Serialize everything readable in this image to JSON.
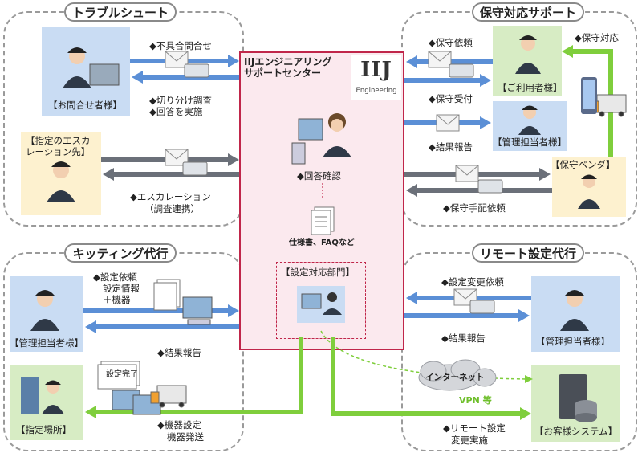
{
  "sections": {
    "troubleshoot": "トラブルシュート",
    "maintenance": "保守対応サポート",
    "kitting": "キッティング代行",
    "remote": "リモート設定代行"
  },
  "center": {
    "title_line1": "IIJエンジニアリング",
    "title_line2": "サポートセンター",
    "logo_text": "IIJ",
    "logo_sub": "Engineering",
    "answer_confirm": "◆回答確認",
    "docs": "仕様書、FAQなど",
    "settings_dept": "【設定対応部門】"
  },
  "troubleshoot": {
    "inquirer": "【お問合せ者様】",
    "escalation_line1": "【指定のエスカ",
    "escalation_line2": "レーション先】",
    "defect_inquiry": "◆不具合問合せ",
    "isolation_line1": "◆切り分け調査",
    "isolation_line2": "◆回答を実施",
    "escalation_label_line1": "◆エスカレーション",
    "escalation_label_line2": "（調査連携）"
  },
  "maintenance": {
    "request": "◆保守依頼",
    "accept": "◆保守受付",
    "report": "◆結果報告",
    "handling": "◆保守対応",
    "arrange": "◆保守手配依頼",
    "user": "【ご利用者様】",
    "admin": "【管理担当者様】",
    "vendor": "【保守ベンダ】"
  },
  "kitting": {
    "request_line1": "◆設定依頼",
    "request_line2": "設定情報",
    "request_line3": "＋機器",
    "report": "◆結果報告",
    "admin": "【管理担当者様】",
    "done": "設定完了",
    "place": "【指定場所】",
    "ship_line1": "◆機器設定",
    "ship_line2": "機器発送"
  },
  "remote": {
    "change_request": "◆設定変更依頼",
    "report": "◆結果報告",
    "admin": "【管理担当者様】",
    "internet": "インターネット",
    "vpn": "VPN 等",
    "change_exec_line1": "◆リモート設定",
    "change_exec_line2": "変更実施",
    "system": "【お客様システム】"
  },
  "colors": {
    "blue_arrow": "#5b8fd6",
    "gray_arrow": "#6b7079",
    "green_arrow": "#7fce3c",
    "center_border": "#c0264a",
    "center_fill": "#fbe9ee"
  }
}
